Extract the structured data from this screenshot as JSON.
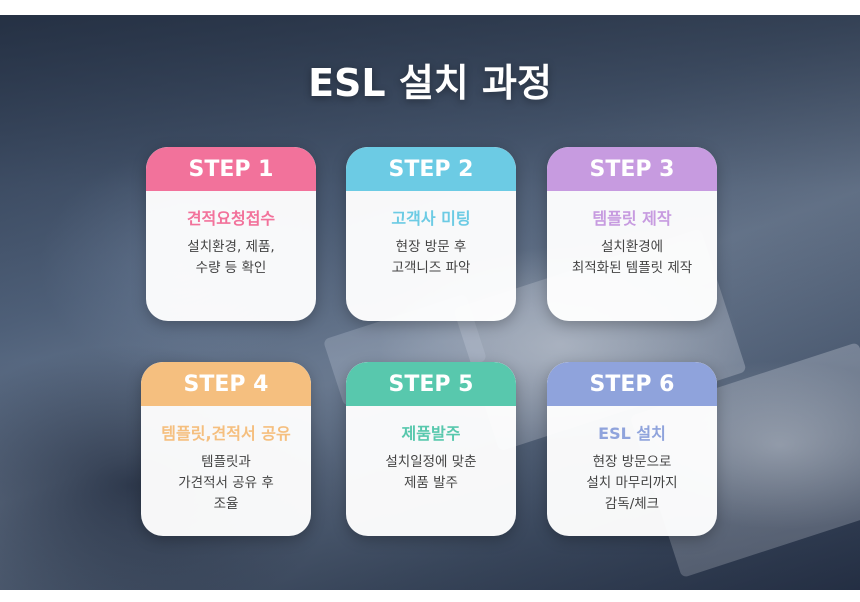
{
  "title": "ESL 설치 과정",
  "steps": [
    {
      "label": "STEP 1",
      "name": "견적요청접수",
      "desc": [
        "설치환경, 제품,",
        "수량 등 확인"
      ],
      "color": "#f2729b"
    },
    {
      "label": "STEP 2",
      "name": "고객사 미팅",
      "desc": [
        "현장 방문 후",
        "고객니즈 파악"
      ],
      "color": "#6ccbe4"
    },
    {
      "label": "STEP 3",
      "name": "템플릿 제작",
      "desc": [
        "설치환경에",
        "최적화된 템플릿 제작"
      ],
      "color": "#c79be0"
    },
    {
      "label": "STEP 4",
      "name": "템플릿,견적서 공유",
      "desc": [
        "템플릿과",
        "가견적서 공유 후",
        "조율"
      ],
      "color": "#f5bf7f"
    },
    {
      "label": "STEP 5",
      "name": "제품발주",
      "desc": [
        "설치일정에 맞춘",
        "제품 발주"
      ],
      "color": "#58c8ad"
    },
    {
      "label": "STEP 6",
      "name": "ESL 설치",
      "desc": [
        "현장 방문으로",
        "설치 마무리까지",
        "감독/체크"
      ],
      "color": "#8fa3dc"
    }
  ]
}
